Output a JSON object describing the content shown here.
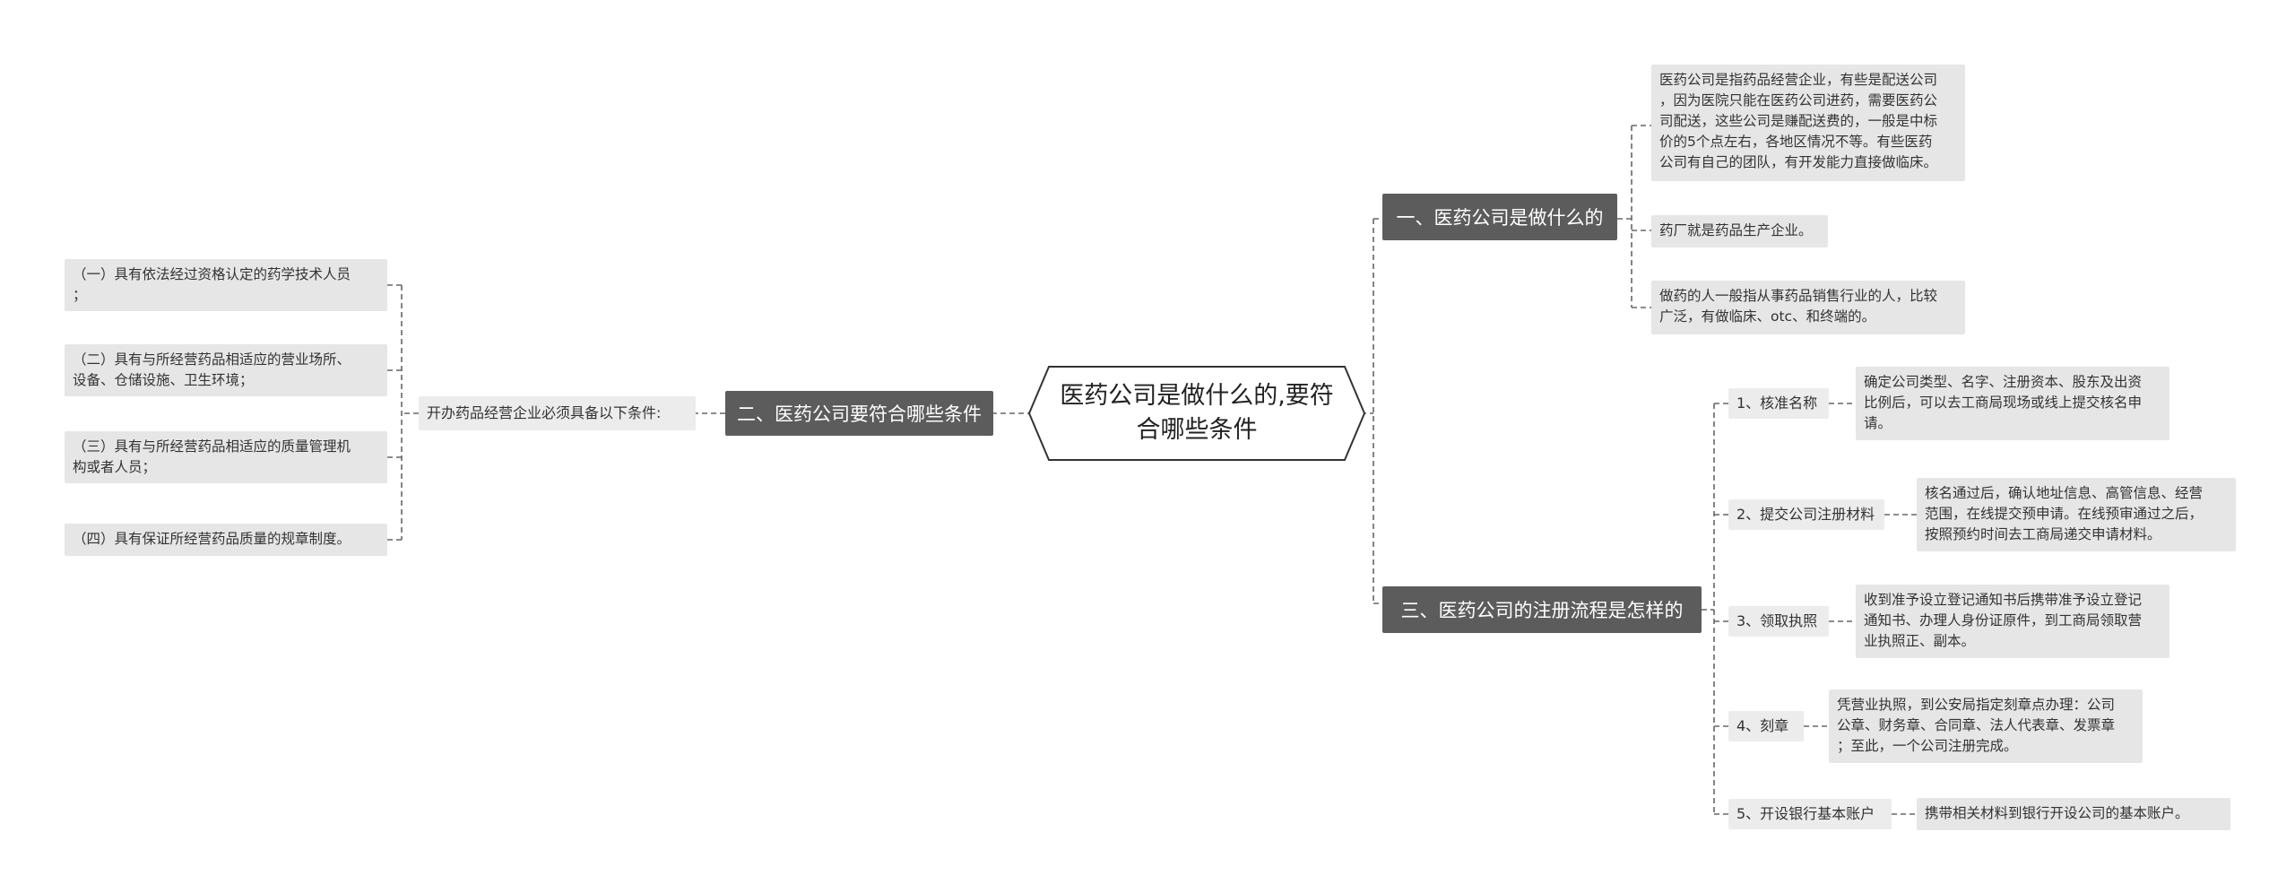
{
  "root": {
    "lines": [
      "医药公司是做什么的,要符",
      "合哪些条件"
    ]
  },
  "branches": {
    "what": "一、医药公司是做什么的",
    "conditions": "二、医药公司要符合哪些条件",
    "process": "三、医药公司的注册流程是怎样的"
  },
  "what_items": [
    {
      "lines": [
        "医药公司是指药品经营企业，有些是配送公司",
        "，因为医院只能在医药公司进药，需要医药公",
        "司配送，这些公司是赚配送费的，一般是中标",
        "价的5个点左右，各地区情况不等。有些医药",
        "公司有自己的团队，有开发能力直接做临床。"
      ]
    },
    {
      "lines": [
        "药厂就是药品生产企业。"
      ]
    },
    {
      "lines": [
        "做药的人一般指从事药品销售行业的人，比较",
        "广泛，有做临床、otc、和终端的。"
      ]
    }
  ],
  "conditions_intro": "开办药品经营企业必须具备以下条件:",
  "conditions_items": [
    {
      "lines": [
        "（一）具有依法经过资格认定的药学技术人员",
        "；"
      ]
    },
    {
      "lines": [
        "（二）具有与所经营药品相适应的营业场所、",
        "设备、仓储设施、卫生环境；"
      ]
    },
    {
      "lines": [
        "（三）具有与所经营药品相适应的质量管理机",
        "构或者人员；"
      ]
    },
    {
      "lines": [
        "（四）具有保证所经营药品质量的规章制度。"
      ]
    }
  ],
  "process_steps": [
    {
      "label": "1、核准名称",
      "lines": [
        "确定公司类型、名字、注册资本、股东及出资",
        "比例后，可以去工商局现场或线上提交核名申",
        "请。"
      ]
    },
    {
      "label": "2、提交公司注册材料",
      "lines": [
        "核名通过后，确认地址信息、高管信息、经营",
        "范围，在线提交预申请。在线预审通过之后，",
        "按照预约时间去工商局递交申请材料。"
      ]
    },
    {
      "label": "3、领取执照",
      "lines": [
        "收到准予设立登记通知书后携带准予设立登记",
        "通知书、办理人身份证原件，到工商局领取营",
        "业执照正、副本。"
      ]
    },
    {
      "label": "4、刻章",
      "lines": [
        "凭营业执照，到公安局指定刻章点办理：公司",
        "公章、财务章、合同章、法人代表章、发票章",
        "；至此，一个公司注册完成。"
      ]
    },
    {
      "label": "5、开设银行基本账户",
      "lines": [
        "携带相关材料到银行开设公司的基本账户。"
      ]
    }
  ],
  "colors": {
    "branch_bg": "#5c5c5c",
    "leaf_bg": "#e6e6e6",
    "line": "#666666"
  }
}
